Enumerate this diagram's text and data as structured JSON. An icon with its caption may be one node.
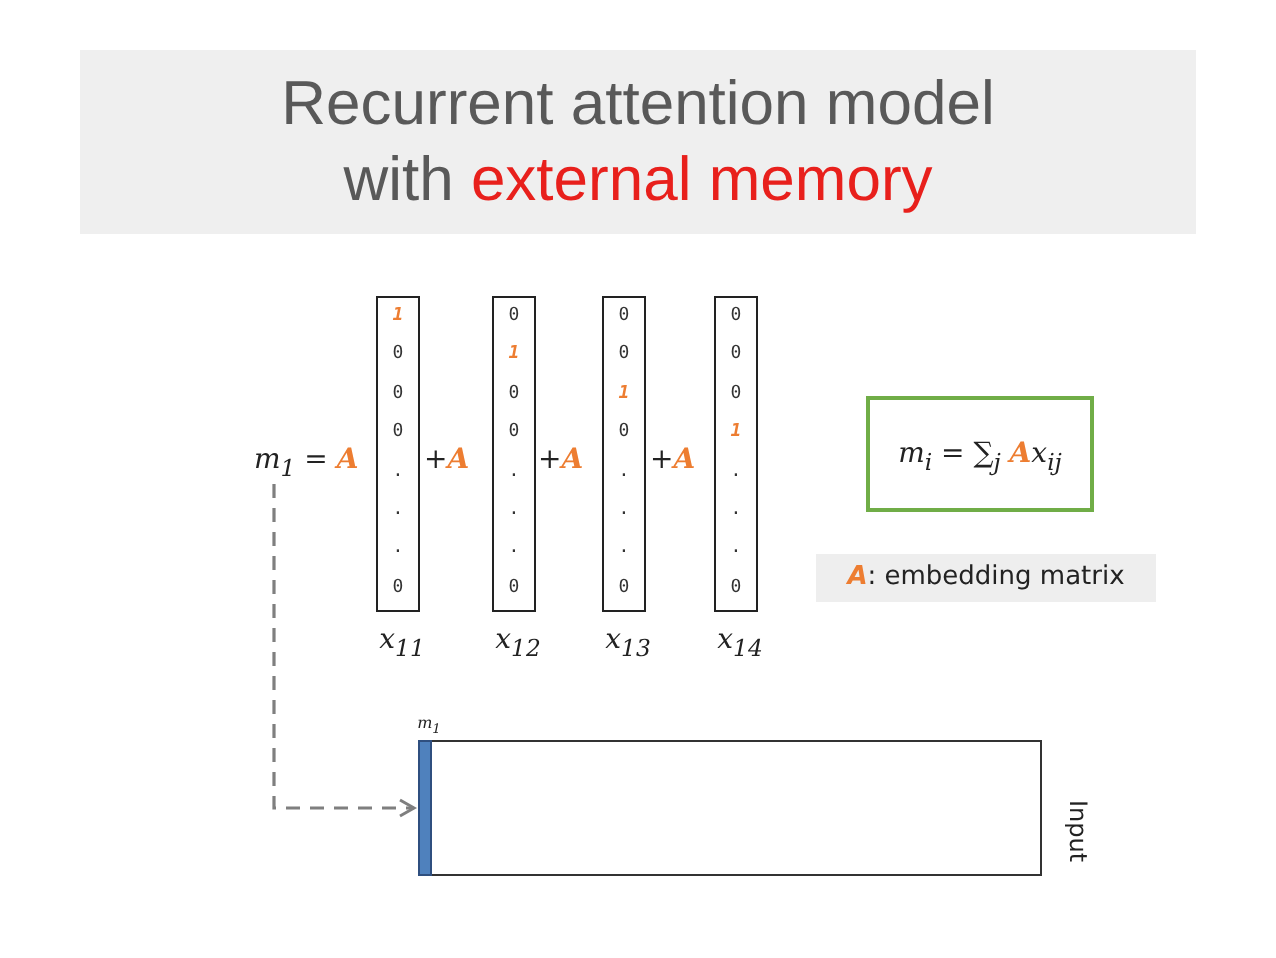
{
  "diagram": {
    "title": "Recurrent attention model with *external memory*",
    "nodes": [
      {
        "text": [
          "m$_{1}$ = **A**"
        ]
      },
      {
        "text": [
          "**1** 0 0 0 . . . 0"
        ],
        "beside": [
          "x$_{11}$"
        ]
      },
      {
        "text": [
          "0 **1** 0 0 . . . 0"
        ],
        "beside": [
          "x$_{12}$"
        ]
      },
      {
        "text": [
          "0 0 **1** 0 . . . 0"
        ],
        "beside": [
          "x$_{13}$"
        ]
      },
      {
        "text": [
          "0 0 0 **1** . . . 0"
        ],
        "beside": [
          "x$_{14}$"
        ]
      },
      {
        "text": [
          "m$_{i}$ = ∑$_{j}$ **A**x$_{ij}$"
        ]
      },
      {
        "text": [
          "**A**: embedding matrix"
        ]
      },
      {
        "text": [],
        "shape": "box",
        "beside": [
          "Input"
        ]
      },
      {
        "text": [],
        "shape": "bar",
        "in": 7,
        "beside": [
          "m$_{1}$"
        ]
      }
    ],
    "edges": [
      {
        "from": 0,
        "to": 8,
        "arrow": "to",
        "style": "dashed",
        "color": "#7f7f7f"
      }
    ],
    "labels": [
      "+**A**",
      "+**A**",
      "+**A**"
    ]
  }
}
